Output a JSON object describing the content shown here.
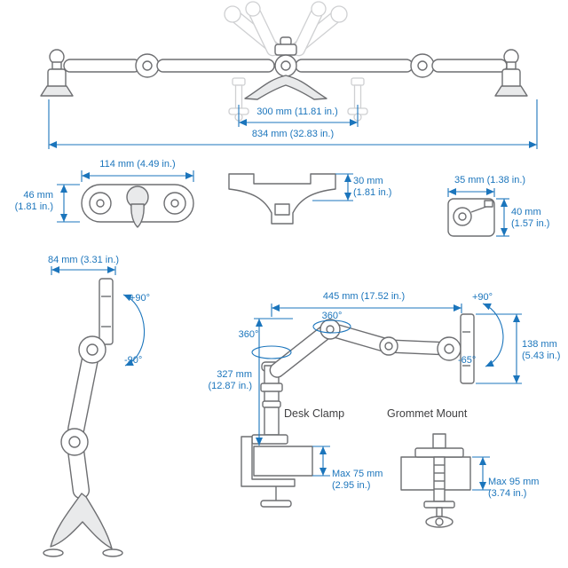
{
  "colors": {
    "dimension_blue": "#1b75bc",
    "drawing_gray": "#6d6e71",
    "ghost_gray": "#cfd0d2",
    "text_dark": "#404042"
  },
  "front_view": {
    "dim_between_stands": "300 mm (11.81 in.)",
    "dim_total_width": "834 mm (32.83 in.)"
  },
  "head_top_view": {
    "dim_width": "114 mm (4.49 in.)",
    "dim_height_line1": "46 mm",
    "dim_height_line2": "(1.81 in.)"
  },
  "bracket_view": {
    "dim_depth_line1": "30 mm",
    "dim_depth_line2": "(1.81 in.)"
  },
  "clamp_head_view": {
    "dim_width": "35 mm (1.38 in.)",
    "dim_height_line1": "40 mm",
    "dim_height_line2": "(1.57 in.)"
  },
  "folded_side_view": {
    "dim_width": "84 mm (3.31 in.)",
    "tilt_up": "+90°",
    "tilt_down": "-90°"
  },
  "extended_side_view": {
    "dim_reach": "445 mm (17.52 in.)",
    "swivel_mid": "360°",
    "swivel_base": "360°",
    "tilt_up": "+90°",
    "tilt_down": "-65°",
    "dim_plate_height_line1": "138 mm",
    "dim_plate_height_line2": "(5.43 in.)",
    "dim_pole_height_line1": "327 mm",
    "dim_pole_height_line2": "(12.87 in.)",
    "desk_clamp_label": "Desk Clamp",
    "grommet_mount_label": "Grommet Mount",
    "max_desk_thickness_line1": "Max 75 mm",
    "max_desk_thickness_line2": "(2.95 in.)",
    "max_grommet_thickness_line1": "Max 95 mm",
    "max_grommet_thickness_line2": "(3.74 in.)"
  }
}
